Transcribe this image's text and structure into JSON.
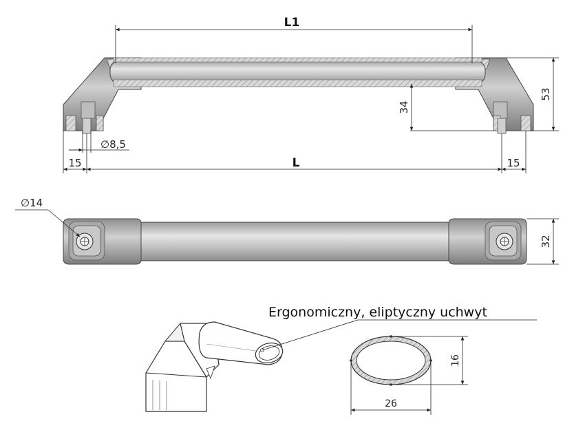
{
  "drawing": {
    "dimensions": {
      "L1": "L1",
      "L": "L",
      "h53": "53",
      "h34": "34",
      "hole": "∅8,5",
      "left15": "15",
      "right15": "15",
      "dia14": "∅14",
      "w32": "32",
      "ellipse_h": "16",
      "ellipse_w": "26"
    },
    "callout": "Ergonomiczny, eliptyczny uchwyt"
  }
}
